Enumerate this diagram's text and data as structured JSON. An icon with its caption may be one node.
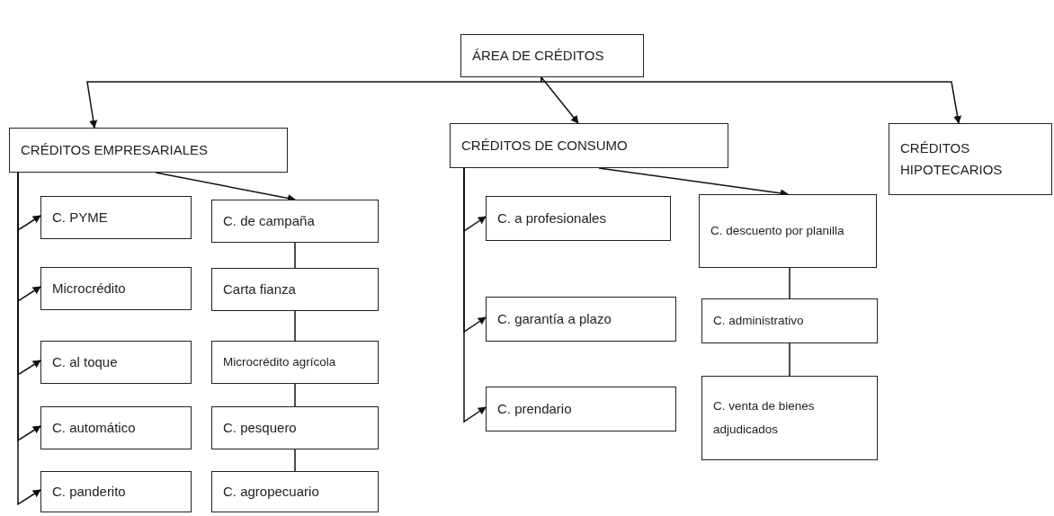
{
  "diagram": {
    "nodes": [
      {
        "text": [
          "ÁREA DE CRÉDITOS"
        ]
      },
      {
        "text": [
          "CRÉDITOS EMPRESARIALES"
        ]
      },
      {
        "text": [
          "CRÉDITOS DE CONSUMO"
        ]
      },
      {
        "text": [
          "CRÉDITOS HIPOTECARIOS"
        ]
      },
      {
        "text": [
          "C. PYME"
        ]
      },
      {
        "text": [
          "Microcrédito"
        ]
      },
      {
        "text": [
          "C. al toque"
        ]
      },
      {
        "text": [
          "C. automático"
        ]
      },
      {
        "text": [
          "C. panderito"
        ]
      },
      {
        "text": [
          "C. de campaña"
        ]
      },
      {
        "text": [
          "Carta fianza"
        ]
      },
      {
        "text": [
          "Microcrédito agrícola"
        ]
      },
      {
        "text": [
          "C. pesquero"
        ]
      },
      {
        "text": [
          "C. agropecuario"
        ]
      },
      {
        "text": [
          "C. a profesionales"
        ]
      },
      {
        "text": [
          "C. garantía a plazo"
        ]
      },
      {
        "text": [
          "C. prendario"
        ]
      },
      {
        "text": [
          "C. descuento por planilla"
        ]
      },
      {
        "text": [
          "C. administrativo"
        ]
      },
      {
        "text": [
          "C. venta de bienes adjudicados"
        ]
      }
    ],
    "edges": [
      {
        "from": 0,
        "to": 1,
        "arrow": "to"
      },
      {
        "from": 0,
        "to": 2,
        "arrow": "to"
      },
      {
        "from": 0,
        "to": 3,
        "arrow": "to"
      },
      {
        "from": 1,
        "to": 4,
        "arrow": "to"
      },
      {
        "from": 1,
        "to": 5,
        "arrow": "to"
      },
      {
        "from": 1,
        "to": 6,
        "arrow": "to"
      },
      {
        "from": 1,
        "to": 7,
        "arrow": "to"
      },
      {
        "from": 1,
        "to": 8,
        "arrow": "to"
      },
      {
        "from": 1,
        "to": 9,
        "arrow": "to"
      },
      {
        "from": 9,
        "to": 10,
        "arrow": "none"
      },
      {
        "from": 10,
        "to": 11,
        "arrow": "none"
      },
      {
        "from": 11,
        "to": 12,
        "arrow": "none"
      },
      {
        "from": 12,
        "to": 13,
        "arrow": "none"
      },
      {
        "from": 2,
        "to": 14,
        "arrow": "to"
      },
      {
        "from": 2,
        "to": 15,
        "arrow": "to"
      },
      {
        "from": 2,
        "to": 16,
        "arrow": "to"
      },
      {
        "from": 2,
        "to": 17,
        "arrow": "to"
      },
      {
        "from": 17,
        "to": 18,
        "arrow": "none"
      },
      {
        "from": 18,
        "to": 19,
        "arrow": "none"
      }
    ]
  }
}
